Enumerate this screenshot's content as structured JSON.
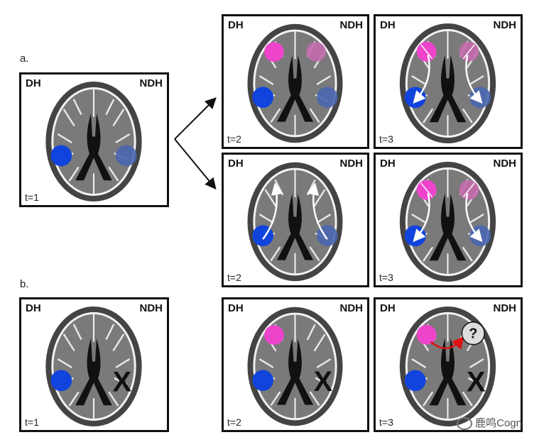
{
  "section_labels": {
    "a": "a.",
    "b": "b."
  },
  "hemisphere_labels": {
    "left": "DH",
    "right": "NDH"
  },
  "colors": {
    "dominant_region": "#1144dd",
    "nondominant_region": "#4a66b0",
    "dominant_frontal": "#ee44cc",
    "nondominant_frontal": "#c36aac",
    "brain_outer": "#444444",
    "brain_matter": "#7a7a7a",
    "ventricle": "#111111",
    "sulcus": "#e6e6e6",
    "question_arrow": "#dd1111"
  },
  "panels": [
    {
      "id": "a-t1",
      "time": "t=1",
      "dh_posterior": true,
      "ndh_posterior": true,
      "dh_frontal": false,
      "ndh_frontal": false,
      "arrows": "none",
      "x_mark": false,
      "question": false
    },
    {
      "id": "a-top-t2",
      "time": "t=2",
      "dh_posterior": true,
      "ndh_posterior": true,
      "dh_frontal": true,
      "ndh_frontal": true,
      "arrows": "none",
      "x_mark": false,
      "question": false
    },
    {
      "id": "a-top-t3",
      "time": "t=3",
      "dh_posterior": true,
      "ndh_posterior": true,
      "dh_frontal": true,
      "ndh_frontal": true,
      "arrows": "down",
      "x_mark": false,
      "question": false
    },
    {
      "id": "a-bottom-t2",
      "time": "t=2",
      "dh_posterior": true,
      "ndh_posterior": true,
      "dh_frontal": false,
      "ndh_frontal": false,
      "arrows": "up",
      "x_mark": false,
      "question": false
    },
    {
      "id": "a-bottom-t3",
      "time": "t=3",
      "dh_posterior": true,
      "ndh_posterior": true,
      "dh_frontal": true,
      "ndh_frontal": true,
      "arrows": "down",
      "x_mark": false,
      "question": false
    },
    {
      "id": "b-t1",
      "time": "t=1",
      "dh_posterior": true,
      "ndh_posterior": false,
      "dh_frontal": false,
      "ndh_frontal": false,
      "arrows": "none",
      "x_mark": true,
      "question": false
    },
    {
      "id": "b-t2",
      "time": "t=2",
      "dh_posterior": true,
      "ndh_posterior": false,
      "dh_frontal": true,
      "ndh_frontal": false,
      "arrows": "none",
      "x_mark": true,
      "question": false
    },
    {
      "id": "b-t3",
      "time": "t=3",
      "dh_posterior": true,
      "ndh_posterior": false,
      "dh_frontal": true,
      "ndh_frontal": false,
      "arrows": "none",
      "x_mark": true,
      "question": true
    }
  ],
  "marks": {
    "x": "X",
    "question": "?"
  },
  "watermark": "鹿鸣Cogn"
}
